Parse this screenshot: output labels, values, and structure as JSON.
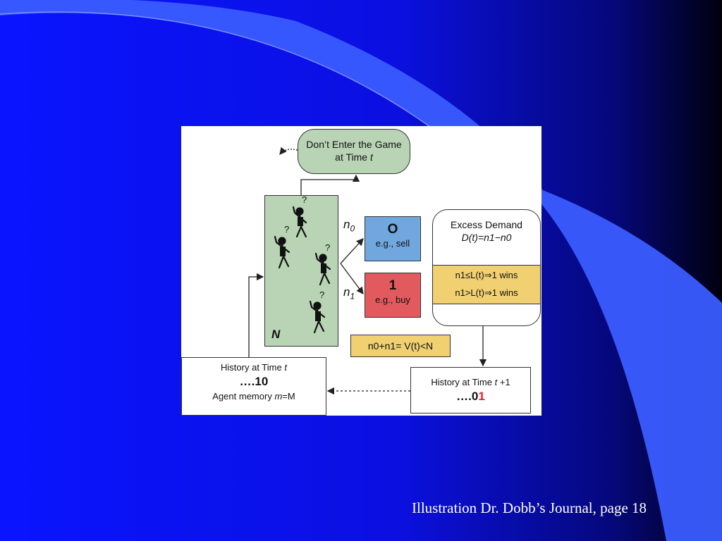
{
  "slide": {
    "caption": "Illustration Dr. Dobb’s Journal, page 18"
  },
  "diagram": {
    "enter_box": {
      "line1": "Don’t Enter the Game",
      "line2_prefix": "at Time ",
      "line2_var": "t"
    },
    "agents_box": {
      "label": "N",
      "question_mark": "?"
    },
    "branch_labels": {
      "n0_var": "n",
      "n0_sub": "0",
      "n1_var": "n",
      "n1_sub": "1"
    },
    "sell_box": {
      "digit": "O",
      "text": "e.g., sell"
    },
    "buy_box": {
      "digit": "1",
      "text": "e.g., buy"
    },
    "excess_demand": {
      "title": "Excess Demand",
      "formula": "D(t)=n1−n0",
      "rule_1": "n1≤L(t)⇒1 wins",
      "rule_2": "n1>L(t)⇒1 wins"
    },
    "sum_box": {
      "formula": "n0+n1= V(t)<N"
    },
    "history_t": {
      "title_prefix": "History at Time ",
      "title_var": "t",
      "sequence": "….10",
      "memory_prefix": "Agent memory ",
      "memory_var": "m",
      "memory_suffix": "=M"
    },
    "history_t1": {
      "title_prefix": "History at Time ",
      "title_var": "t",
      "title_suffix": " +1",
      "sequence_prefix": "….0",
      "sequence_new": "1"
    },
    "colors": {
      "agent_box_fill": "#b9d4b5",
      "sell_fill": "#6fa7de",
      "buy_fill": "#e25a5d",
      "rule_fill": "#f0d071",
      "new_bit": "#e0202a"
    }
  }
}
